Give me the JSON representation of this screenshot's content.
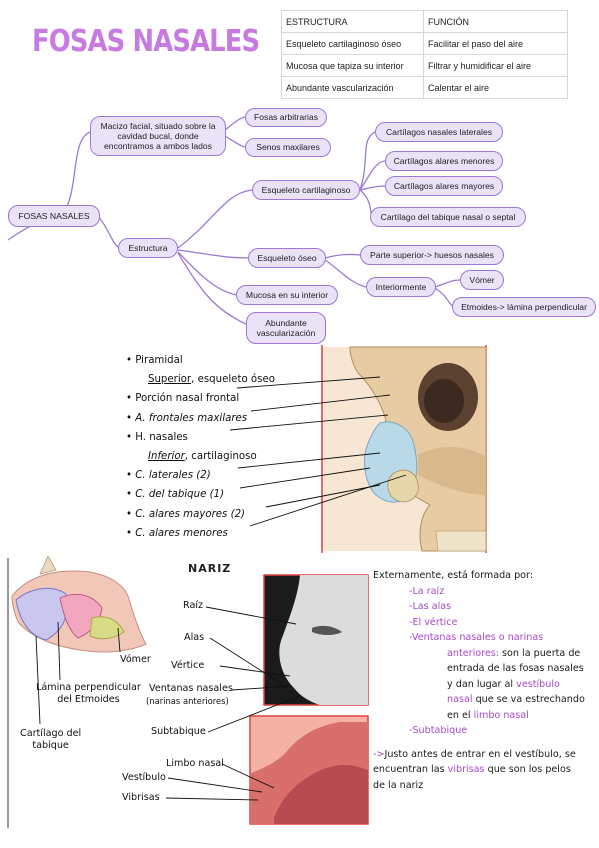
{
  "title": "FOSAS NASALES",
  "table": {
    "headers": [
      "ESTRUCTURA",
      "FUNCIÓN"
    ],
    "rows": [
      [
        "Esqueleto cartilaginoso óseo",
        "Facilitar el paso del aire"
      ],
      [
        "Mucosa que tapiza su interior",
        "Filtrar y humidificar el aire"
      ],
      [
        "Abundante vascularización",
        "Calentar el aire"
      ]
    ]
  },
  "mindmap": {
    "root": "FOSAS NASALES",
    "macizo": "Macizo facial, situado sobre la cavidad bucal, donde encontramos a ambos lados",
    "fosas_arbitrarias": "Fosas arbitrarias",
    "senos_maxilares": "Senos maxilares",
    "estructura": "Estructura",
    "esqueleto_cartilaginoso": "Esqueleto cartilaginoso",
    "cart_laterales": "Cartílagos nasales laterales",
    "cart_alares_menores": "Cartílagos alares menores",
    "cart_alares_mayores": "Cartílagos alares mayores",
    "cart_tabique": "Cartílago del tabique nasal o septal",
    "esqueleto_oseo": "Esqueleto óseo",
    "parte_superior": "Parte superior-> huesos nasales",
    "interiormente": "Interiormente",
    "vomer": "Vómer",
    "etmoides": "Etmoides-> lámina perpendicular",
    "mucosa": "Mucosa en su interior",
    "vascularizacion": "Abundante vascularización"
  },
  "bones_list": {
    "piramidal": "Piramidal",
    "superior_u": "Superior",
    "superior_rest": ", esqueleto óseo",
    "porcion": "Porción nasal frontal",
    "frontales": "A. frontales maxilares",
    "h_nasales": "H. nasales",
    "inferior_u": "Inferior",
    "inferior_rest": ", cartilaginoso",
    "laterales": "C. laterales (2)",
    "tabique": "C. del tabique (1)",
    "alares_mayores": "C. alares mayores (2)",
    "alares_menores": "C. alares menores"
  },
  "nariz": {
    "title": "NARIZ",
    "vomer": "Vómer",
    "lamina": "Lámina perpendicular\ndel Etmoides",
    "cartilago": "Cartílago del\ntabique",
    "raiz": "Raíz",
    "alas": "Alas",
    "vertice": "Vértice",
    "ventanas": "Ventanas nasales",
    "ventanas_sub": "(narinas anteriores)",
    "subtabique": "Subtabique",
    "limbo": "Limbo nasal",
    "vestibulo": "Vestíbulo",
    "vibrisas": "Vibrisas"
  },
  "desc": {
    "intro": "Externamente, está formada por:",
    "item1": "-La raíz",
    "item2": "-Las alas",
    "item3": "-El vértice",
    "item4": "-Ventanas nasales o narinas",
    "item4b": "anteriores:",
    "item4c": " son la puerta de",
    "line5": "entrada de las fosas nasales",
    "line6a": "y dan lugar al ",
    "line6b": "vestíbulo",
    "line7a": "nasal",
    "line7b": " que se va estrechando",
    "line8a": "en el ",
    "line8b": "limbo nasal",
    "item5": "-Subtabique",
    "note_arrow": "->",
    "note1": "Justo antes de entrar en el vestíbulo, se",
    "note2a": "encuentran las ",
    "note2b": "vibrisas",
    "note2c": " que son los pelos",
    "note3": "de la nariz"
  },
  "colors": {
    "accent": "#c77be0",
    "node_fill": "#eae2f7",
    "node_border": "#9c78d6",
    "highlight_text": "#a64ac9",
    "frame_red": "#e0413f"
  }
}
